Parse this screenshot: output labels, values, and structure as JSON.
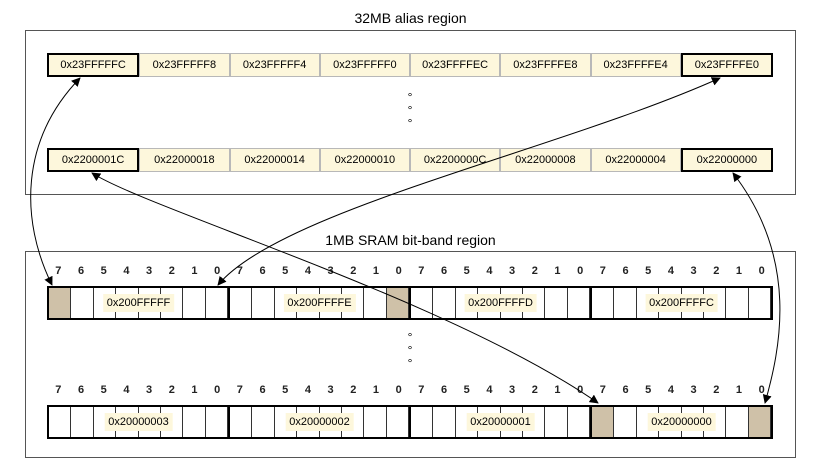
{
  "alias_region": {
    "title": "32MB alias region",
    "top_row": [
      "0x23FFFFFC",
      "0x23FFFFF8",
      "0x23FFFFF4",
      "0x23FFFFF0",
      "0x23FFFFEC",
      "0x23FFFFE8",
      "0x23FFFFE4",
      "0x23FFFFE0"
    ],
    "bottom_row": [
      "0x2200001C",
      "0x22000018",
      "0x22000014",
      "0x22000010",
      "0x2200000C",
      "0x22000008",
      "0x22000004",
      "0x22000000"
    ],
    "highlighted_cells": [
      0,
      7
    ]
  },
  "bitband_region": {
    "title": "1MB SRAM bit-band region",
    "bit_numbers": [
      "7",
      "6",
      "5",
      "4",
      "3",
      "2",
      "1",
      "0"
    ],
    "top_row": [
      "0x200FFFFF",
      "0x200FFFFE",
      "0x200FFFFD",
      "0x200FFFFC"
    ],
    "bottom_row": [
      "0x20000003",
      "0x20000002",
      "0x20000001",
      "0x20000000"
    ],
    "top_highlighted_bits": [
      0,
      15
    ],
    "bottom_highlighted_bits": [
      24,
      31
    ]
  },
  "ellipsis": "°\n°\n°",
  "colors": {
    "cell_fill": "#fdf7dc",
    "highlight_bit": "#cfc1a8",
    "border": "#000000"
  }
}
